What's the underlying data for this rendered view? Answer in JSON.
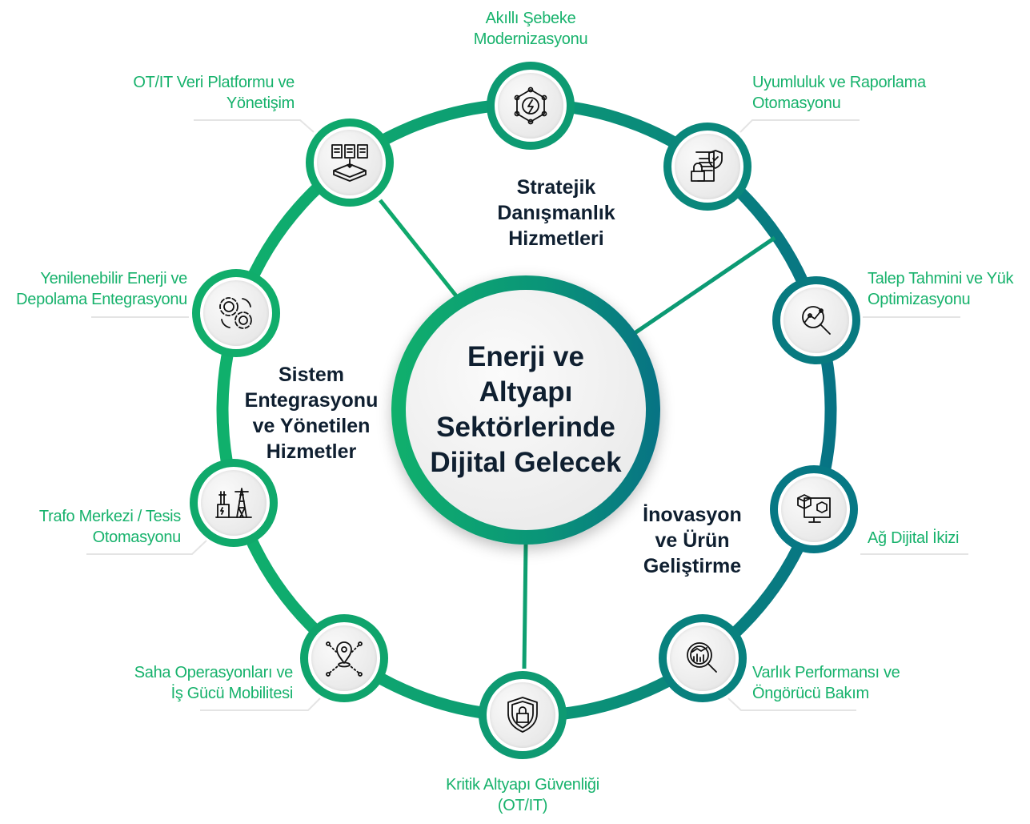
{
  "center_title": "Enerji ve Altyapı Sektörlerinde Dijital Gelecek",
  "sections": [
    {
      "title": "Stratejik Danışmanlık Hizmetleri"
    },
    {
      "title": "Sistem Entegrasyonu ve Yönetilen Hizmetler"
    },
    {
      "title": "İnovasyon ve Ürün Geliştirme"
    }
  ],
  "nodes": [
    {
      "label": "Akıllı Şebeke Modernizasyonu",
      "icon": "smart-grid-icon"
    },
    {
      "label": "Uyumluluk ve Raporlama Otomasyonu",
      "icon": "compliance-document-icon"
    },
    {
      "label": "Talep Tahmini ve Yük Optimizasyonu",
      "icon": "analytics-search-icon"
    },
    {
      "label": "Ağ Dijital İkizi",
      "icon": "digital-twin-icon"
    },
    {
      "label": "Varlık Performansı ve Öngörücü Bakım",
      "icon": "performance-search-icon"
    },
    {
      "label": "Kritik Altyapı Güvenliği (OT/IT)",
      "icon": "shield-lock-icon"
    },
    {
      "label": "Saha Operasyonları ve İş Gücü Mobilitesi",
      "icon": "location-pin-icon"
    },
    {
      "label": "Trafo Merkezi / Tesis Otomasyonu",
      "icon": "substation-icon"
    },
    {
      "label": "Yenilenebilir Enerji ve Depolama Entegrasyonu",
      "icon": "gears-icon"
    },
    {
      "label": "OT/IT Veri Platformu ve Yönetişim",
      "icon": "data-platform-icon"
    }
  ],
  "colors": {
    "green": "#17b26c",
    "teal": "#077384",
    "text_dark": "#0f1f30"
  }
}
